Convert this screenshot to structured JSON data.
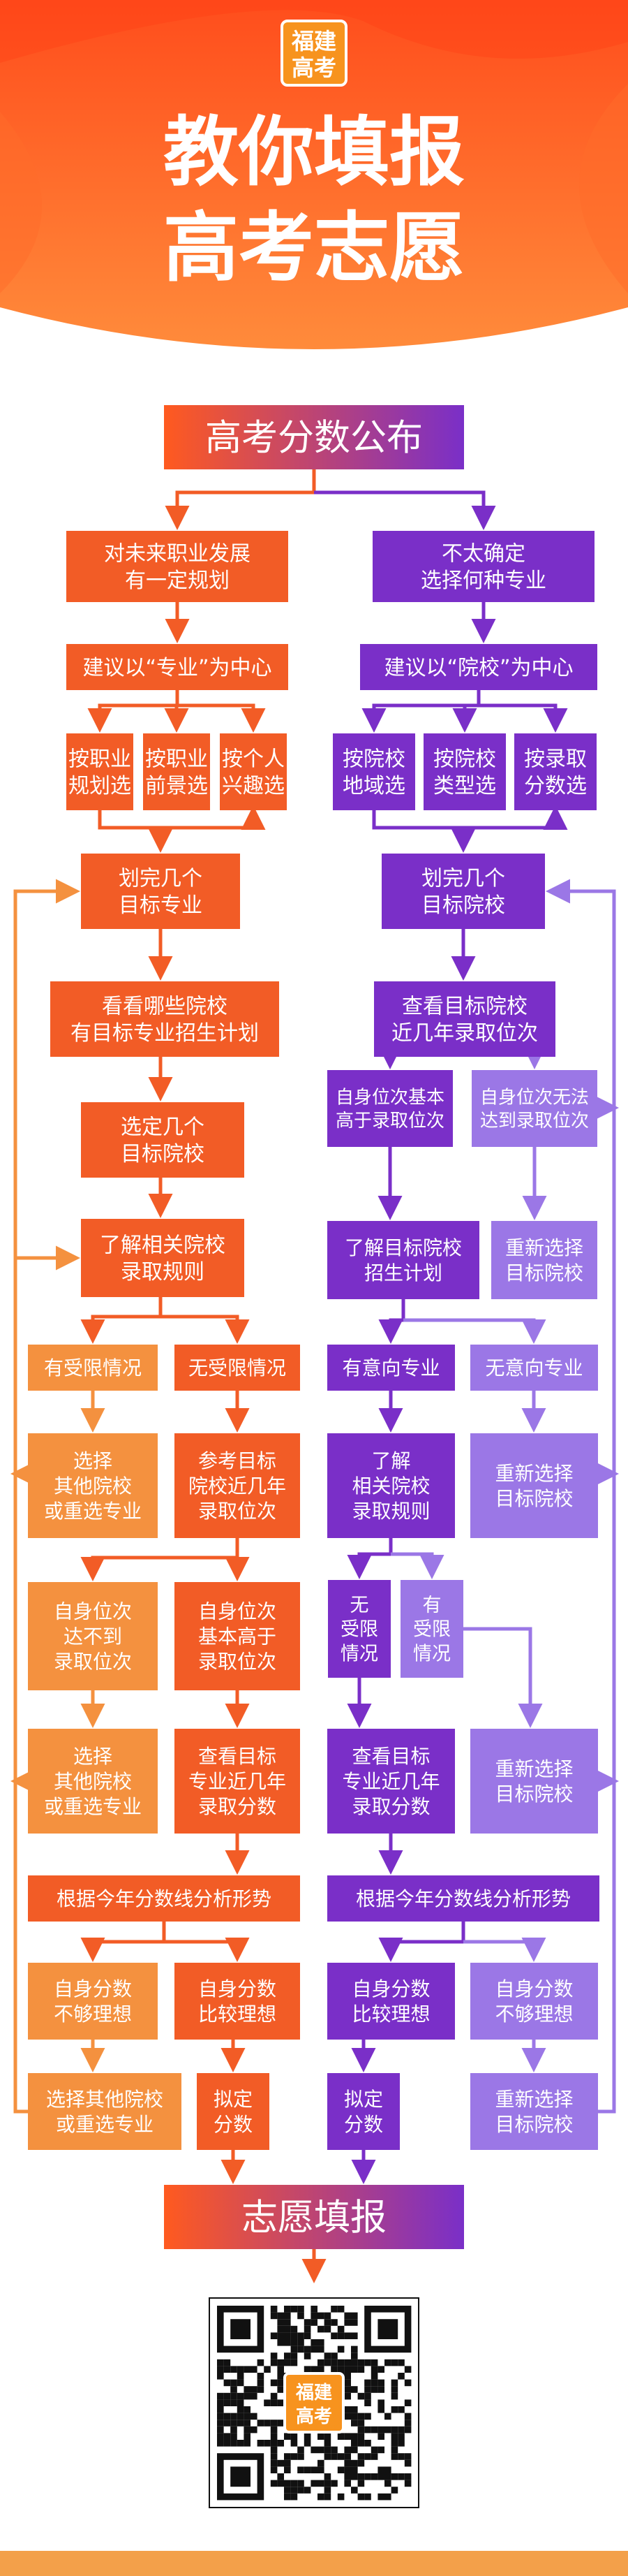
{
  "header": {
    "badge": [
      "福建",
      "高考"
    ],
    "title_lines": [
      "教你填报",
      "高考志愿"
    ]
  },
  "colors": {
    "orange": "#f25c26",
    "orange_light": "#f4913f",
    "purple": "#7a2fc8",
    "purple_light": "#9b77e6",
    "banner_top": "#ff5a1f",
    "banner_bottom": "#ff8a3d"
  },
  "nodes": {
    "top": "高考分数公布",
    "l_plan": [
      "对未来职业发展",
      "有一定规划"
    ],
    "r_plan": [
      "不太确定",
      "选择何种专业"
    ],
    "l_center": "建议以“专业”为中心",
    "r_center": "建议以“院校”为中心",
    "l_opt1": [
      "按职业",
      "规划选"
    ],
    "l_opt2": [
      "按职业",
      "前景选"
    ],
    "l_opt3": [
      "按个人",
      "兴趣选"
    ],
    "r_opt1": [
      "按院校",
      "地域选"
    ],
    "r_opt2": [
      "按院校",
      "类型选"
    ],
    "r_opt3": [
      "按录取",
      "分数选"
    ],
    "l_mark": [
      "划完几个",
      "目标专业"
    ],
    "r_mark": [
      "划完几个",
      "目标院校"
    ],
    "l_check": [
      "看看哪些院校",
      "有目标专业招生计划"
    ],
    "r_check": [
      "查看目标院校",
      "近几年录取位次"
    ],
    "l_select": [
      "选定几个",
      "目标院校"
    ],
    "r_above": [
      "自身位次基本",
      "高于录取位次"
    ],
    "r_below": [
      "自身位次无法",
      "达到录取位次"
    ],
    "l_rules": [
      "了解相关院校",
      "录取规则"
    ],
    "r_plan2": [
      "了解目标院校",
      "招生计划"
    ],
    "r_reselect1": [
      "重新选择",
      "目标院校"
    ],
    "l_limited": "有受限情况",
    "l_unlimited": "无受限情况",
    "r_intent": "有意向专业",
    "r_nointent": "无意向专业",
    "l_choose_other": [
      "选择",
      "其他院校",
      "或重选专业"
    ],
    "l_ref_rank": [
      "参考目标",
      "院校近几年",
      "录取位次"
    ],
    "r_know_rules": [
      "了解",
      "相关院校",
      "录取规则"
    ],
    "r_reselect2": [
      "重新选择",
      "目标院校"
    ],
    "l_rank_low": [
      "自身位次",
      "达不到",
      "录取位次"
    ],
    "l_rank_high": [
      "自身位次",
      "基本高于",
      "录取位次"
    ],
    "r_nolimit": [
      "无",
      "受限",
      "情况"
    ],
    "r_limit": [
      "有",
      "受限",
      "情况"
    ],
    "l_choose_other2": [
      "选择",
      "其他院校",
      "或重选专业"
    ],
    "l_major_score": [
      "查看目标",
      "专业近几年",
      "录取分数"
    ],
    "r_major_score": [
      "查看目标",
      "专业近几年",
      "录取分数"
    ],
    "r_reselect3": [
      "重新选择",
      "目标院校"
    ],
    "l_analyze": "根据今年分数线分析形势",
    "r_analyze": "根据今年分数线分析形势",
    "l_score_bad": [
      "自身分数",
      "不够理想"
    ],
    "l_score_good": [
      "自身分数",
      "比较理想"
    ],
    "r_score_good": [
      "自身分数",
      "比较理想"
    ],
    "r_score_bad": [
      "自身分数",
      "不够理想"
    ],
    "l_final_other": [
      "选择其他院校",
      "或重选专业"
    ],
    "l_final_decide": [
      "拟定",
      "分数"
    ],
    "r_final_decide": [
      "拟定",
      "分数"
    ],
    "r_final_reselect": [
      "重新选择",
      "目标院校"
    ],
    "bottom": "志愿填报"
  },
  "qr": {
    "badge": [
      "福建",
      "高考"
    ]
  }
}
